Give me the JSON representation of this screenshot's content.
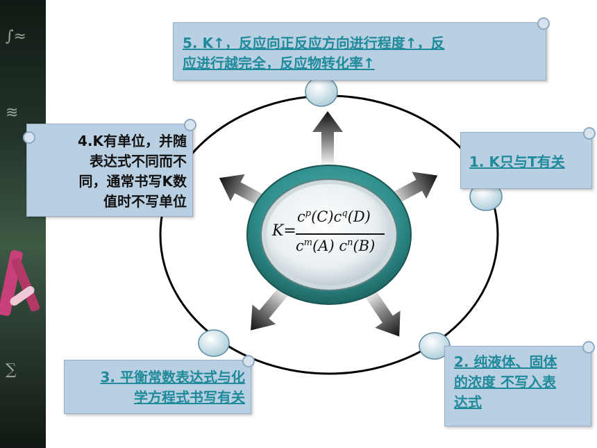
{
  "center": {
    "formula": {
      "lhs": "K=",
      "numerator": "c^p(C)c^q(D)",
      "denominator": "c^m(A) c^n(B)"
    }
  },
  "boxes": [
    {
      "id": "box1",
      "lines": [
        "1. K只与T有关"
      ],
      "style": "link"
    },
    {
      "id": "box2",
      "lines": [
        "2. 纯液体、固体",
        "的浓度 不写入表",
        "达式"
      ],
      "style": "link"
    },
    {
      "id": "box3",
      "lines": [
        "3. 平衡常数表达式与化",
        "学方程式书写有关"
      ],
      "style": "link"
    },
    {
      "id": "box4",
      "lines": [
        "4.K有单位，并随",
        "表达式不同而不",
        "同，通常书写K数",
        "值时不写单位"
      ],
      "style": "dark"
    },
    {
      "id": "box5",
      "lines": [
        "5. K↑，反应向正反应方向进行程度↑，反",
        "应进行越完全，反应物转化率↑"
      ],
      "style": "link"
    }
  ],
  "colors": {
    "accent": "#1f8a9a",
    "ring": "#2f8f8c",
    "box_fill": "#b9cfe2"
  }
}
